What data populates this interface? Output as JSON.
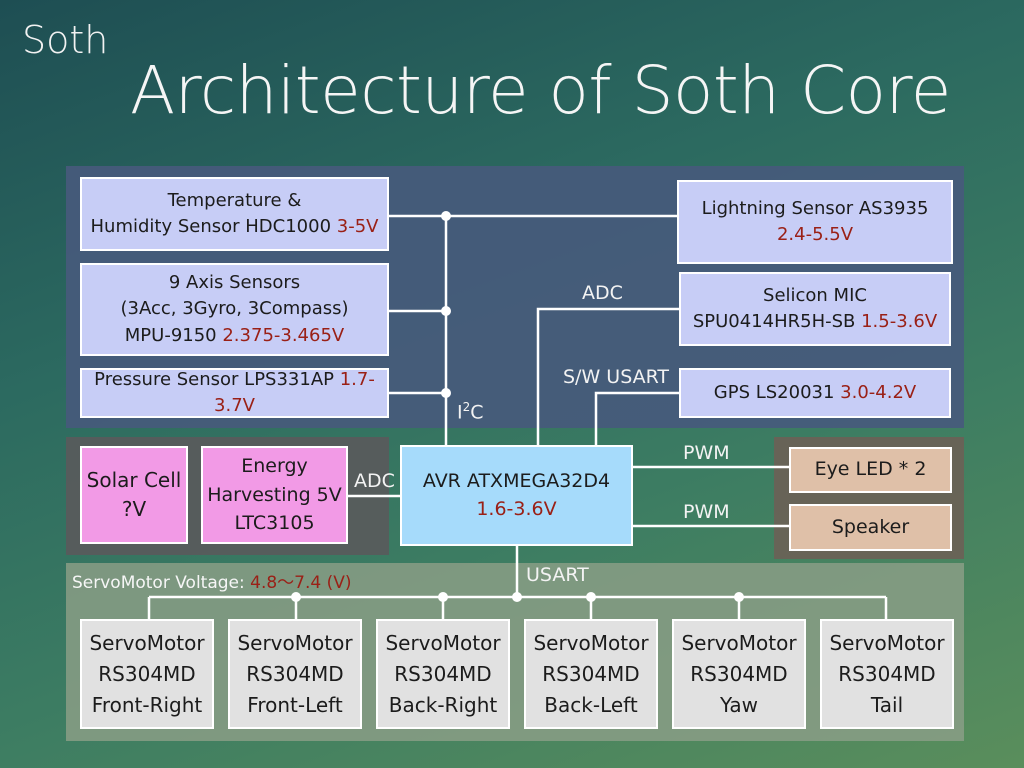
{
  "slide": {
    "kicker": "Soth",
    "title": "Architecture of Soth Core"
  },
  "sensors": {
    "temp_line1": "Temperature &",
    "temp_line2": "Humidity Sensor HDC1000 ",
    "temp_voltage": "3-5V",
    "imu_line1": "9 Axis Sensors",
    "imu_line2": "(3Acc, 3Gyro, 3Compass)",
    "imu_line3": "MPU-9150 ",
    "imu_voltage": "2.375-3.465V",
    "pressure_line1": "Pressure Sensor LPS331AP ",
    "pressure_voltage": "1.7-3.7V",
    "lightning_line1": "Lightning Sensor AS3935",
    "lightning_voltage": "2.4-5.5V",
    "mic_line1": "Selicon MIC",
    "mic_line2": "SPU0414HR5H-SB ",
    "mic_voltage": "1.5-3.6V",
    "gps_line1": "GPS LS20031 ",
    "gps_voltage": "3.0-4.2V"
  },
  "power": {
    "solar_line1": "Solar Cell",
    "solar_line2": "?V",
    "harvest_line1": "Energy",
    "harvest_line2": "Harvesting 5V",
    "harvest_line3": "LTC3105"
  },
  "mcu": {
    "name": "AVR ATXMEGA32D4",
    "voltage": "1.6-3.6V"
  },
  "outputs": {
    "eye": "Eye LED * 2",
    "speaker": "Speaker"
  },
  "labels": {
    "i2c_prefix": "I",
    "i2c_sup": "2",
    "i2c_suffix": "C",
    "adc_mic": "ADC",
    "sw_usart": "S/W USART",
    "adc_power": "ADC",
    "pwm_eye": "PWM",
    "pwm_speaker": "PWM",
    "usart": "USART"
  },
  "servo_bus": {
    "label": "ServoMotor Voltage: ",
    "voltage": "4.8〜7.4 (V)"
  },
  "servos": [
    {
      "line1": "ServoMotor",
      "line2": "RS304MD",
      "line3": "Front-Right"
    },
    {
      "line1": "ServoMotor",
      "line2": "RS304MD",
      "line3": "Front-Left"
    },
    {
      "line1": "ServoMotor",
      "line2": "RS304MD",
      "line3": "Back-Right"
    },
    {
      "line1": "ServoMotor",
      "line2": "RS304MD",
      "line3": "Back-Left"
    },
    {
      "line1": "ServoMotor",
      "line2": "RS304MD",
      "line3": "Yaw"
    },
    {
      "line1": "ServoMotor",
      "line2": "RS304MD",
      "line3": "Tail"
    }
  ],
  "colors": {
    "voltage_text": "#9a2016",
    "sensor_box": "#c7cdf6",
    "power_box": "#f29ae6",
    "mcu_box": "#a6dbfb",
    "output_box": "#dfc0a8",
    "servo_box": "#e1e1e1"
  }
}
